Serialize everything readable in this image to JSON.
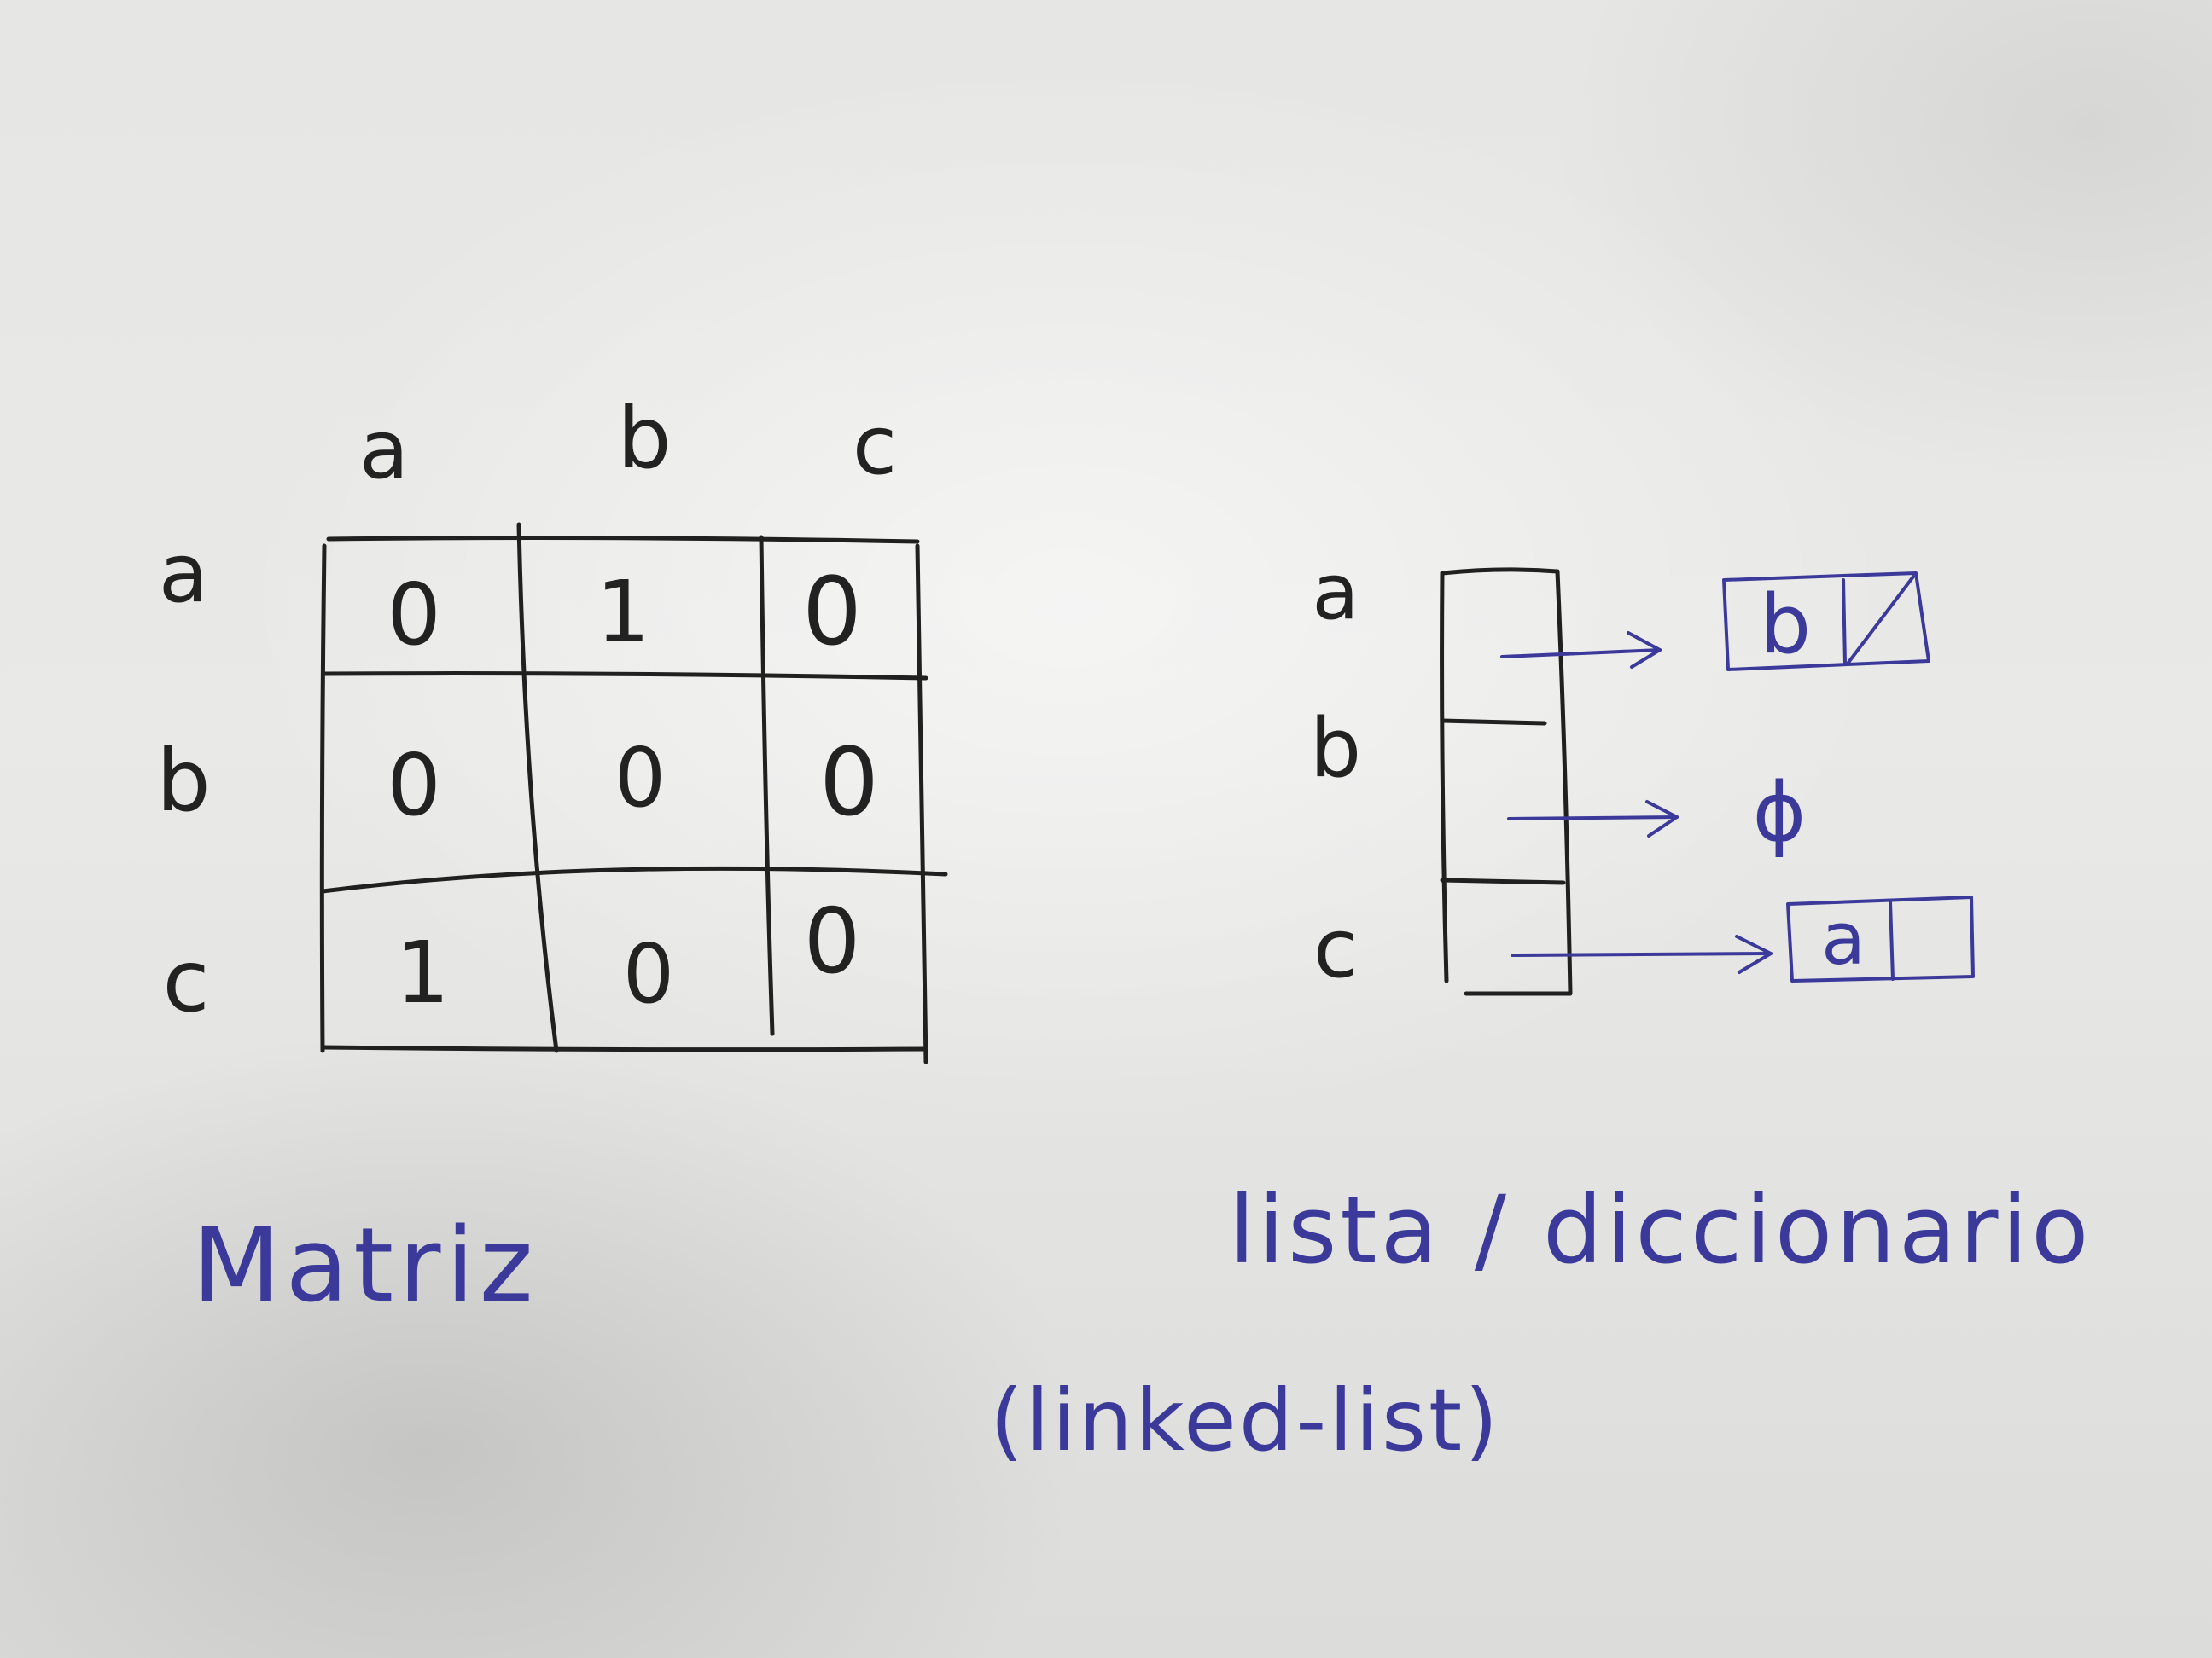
{
  "matrix": {
    "column_headers": [
      "a",
      "b",
      "c"
    ],
    "row_headers": [
      "a",
      "b",
      "c"
    ],
    "rows": [
      [
        "0",
        "1",
        "0"
      ],
      [
        "0",
        "0",
        "0"
      ],
      [
        "1",
        "0",
        "0"
      ]
    ],
    "caption": "Matriz"
  },
  "adjacency_list": {
    "keys": [
      "a",
      "b",
      "c"
    ],
    "targets": [
      {
        "node_value": "b",
        "has_null_pointer": true
      },
      {
        "empty_symbol": "ϕ"
      },
      {
        "node_value": "a",
        "has_null_pointer": false
      }
    ],
    "caption": "lista / diccionario",
    "subcaption": "(linked-list)"
  },
  "colors": {
    "black_ink": "#202020",
    "blue_ink": "#3b3a9a",
    "paper": "#e6e6e4"
  }
}
